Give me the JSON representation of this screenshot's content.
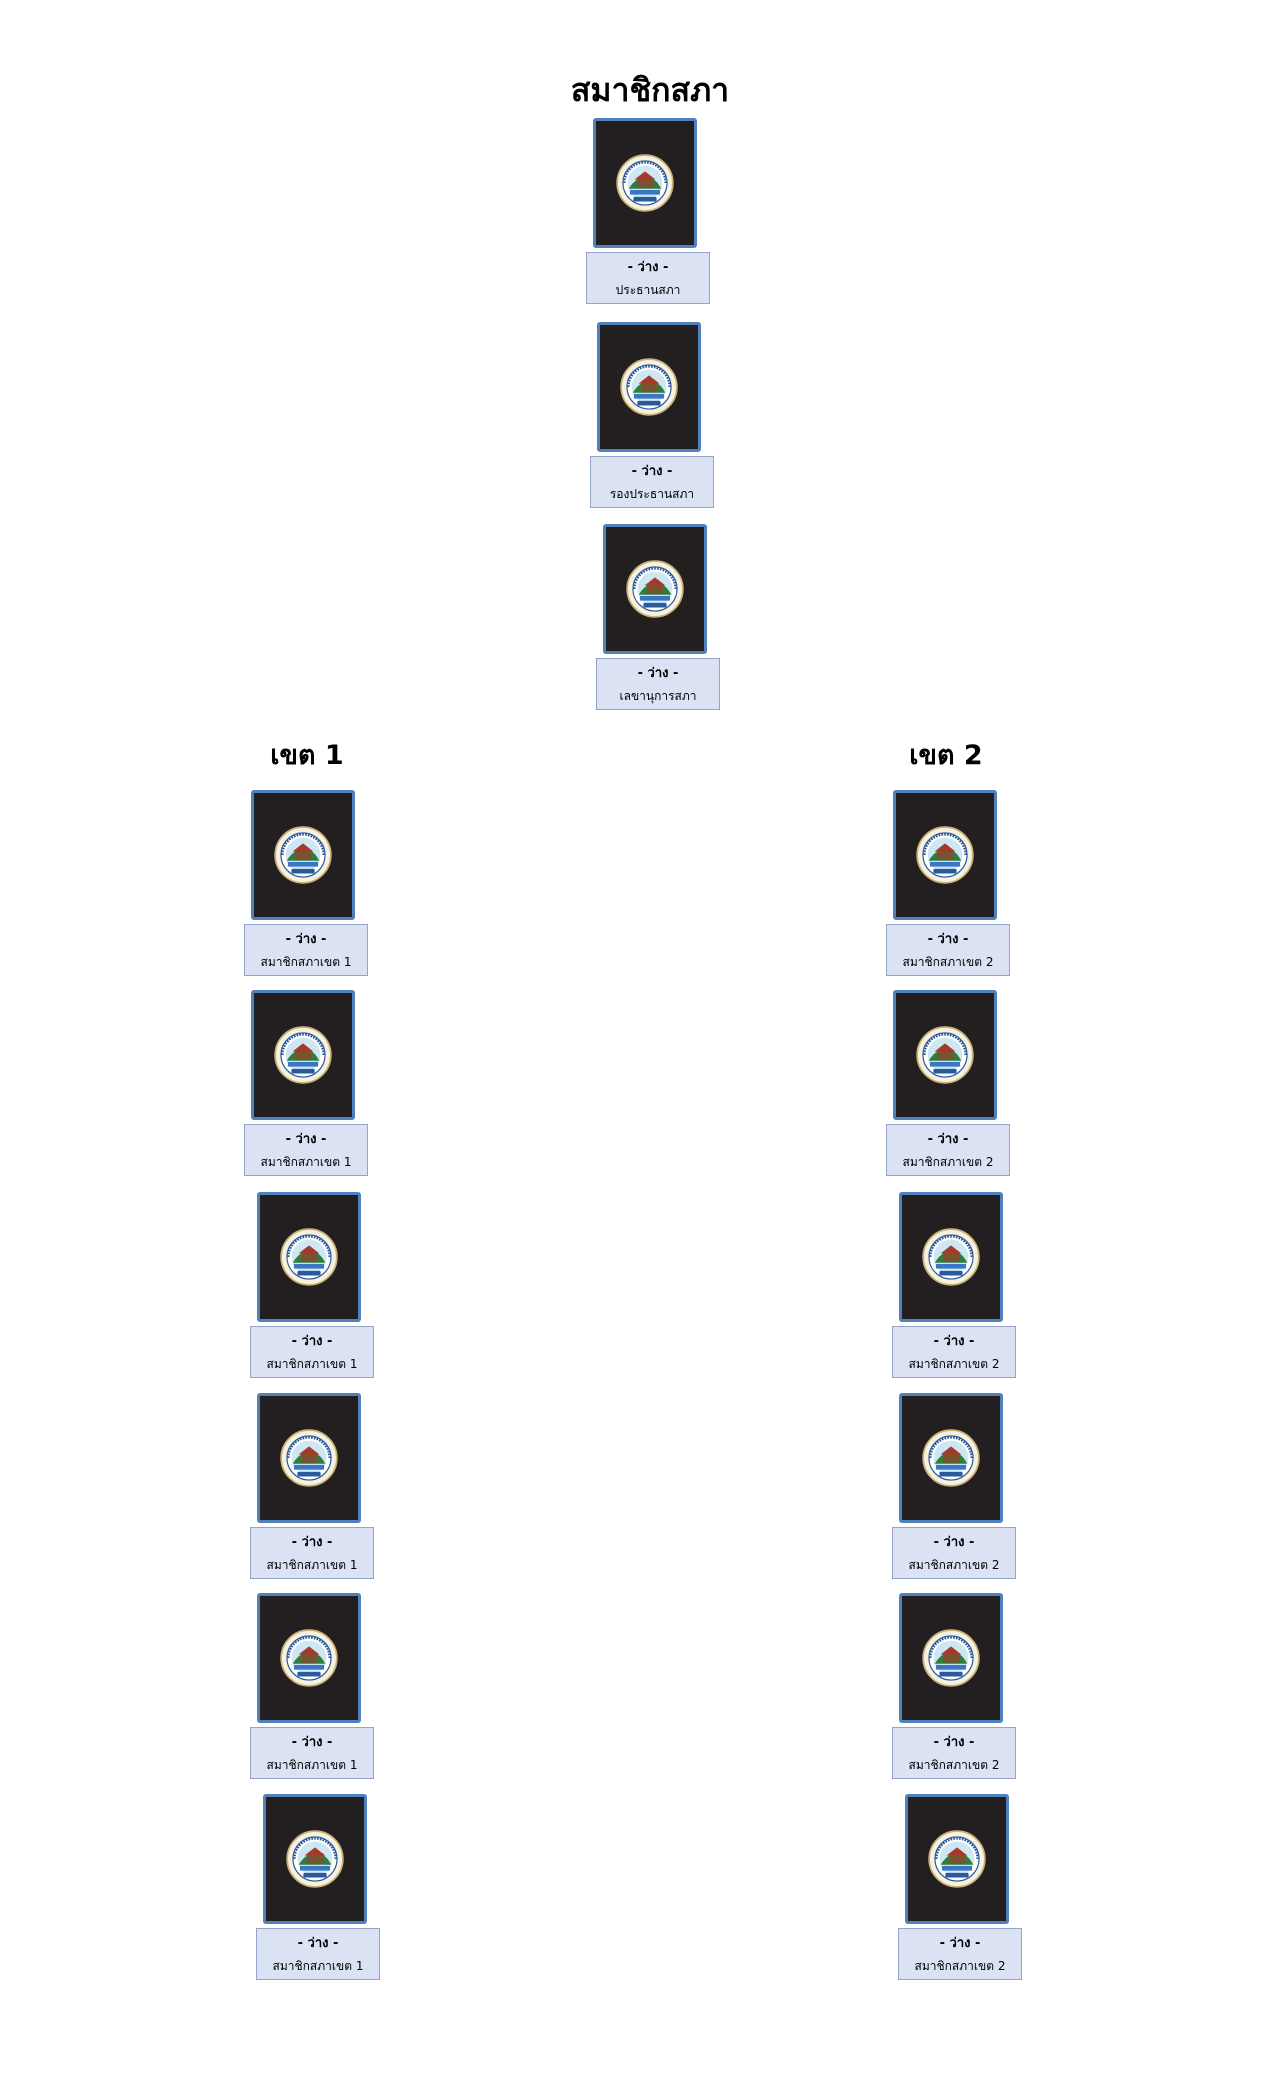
{
  "title": "สมาชิกสภา",
  "zones": [
    {
      "heading": "เขต 1"
    },
    {
      "heading": "เขต 2"
    }
  ],
  "colors": {
    "photo_background": "#231f20",
    "photo_border": "#4f81bd",
    "label_background": "#dbe2f4",
    "label_border": "#95a3c9",
    "seal_ring": "#f2e6c6",
    "seal_inner": "#2f7d3c"
  },
  "icons": {
    "member_photo": "council-seal-icon"
  },
  "officers": [
    {
      "name": "- ว่าง -",
      "role": "ประธานสภา"
    },
    {
      "name": "- ว่าง -",
      "role": "รองประธานสภา"
    },
    {
      "name": "- ว่าง -",
      "role": "เลขานุการสภา"
    }
  ],
  "zone1_members": [
    {
      "name": "- ว่าง -",
      "role": "สมาชิกสภาเขต 1"
    },
    {
      "name": "- ว่าง -",
      "role": "สมาชิกสภาเขต 1"
    },
    {
      "name": "- ว่าง -",
      "role": "สมาชิกสภาเขต 1"
    },
    {
      "name": "- ว่าง -",
      "role": "สมาชิกสภาเขต 1"
    },
    {
      "name": "- ว่าง -",
      "role": "สมาชิกสภาเขต 1"
    },
    {
      "name": "- ว่าง -",
      "role": "สมาชิกสภาเขต 1"
    }
  ],
  "zone2_members": [
    {
      "name": "- ว่าง -",
      "role": "สมาชิกสภาเขต 2"
    },
    {
      "name": "- ว่าง -",
      "role": "สมาชิกสภาเขต 2"
    },
    {
      "name": "- ว่าง -",
      "role": "สมาชิกสภาเขต 2"
    },
    {
      "name": "- ว่าง -",
      "role": "สมาชิกสภาเขต 2"
    },
    {
      "name": "- ว่าง -",
      "role": "สมาชิกสภาเขต 2"
    },
    {
      "name": "- ว่าง -",
      "role": "สมาชิกสภาเขต 2"
    }
  ]
}
